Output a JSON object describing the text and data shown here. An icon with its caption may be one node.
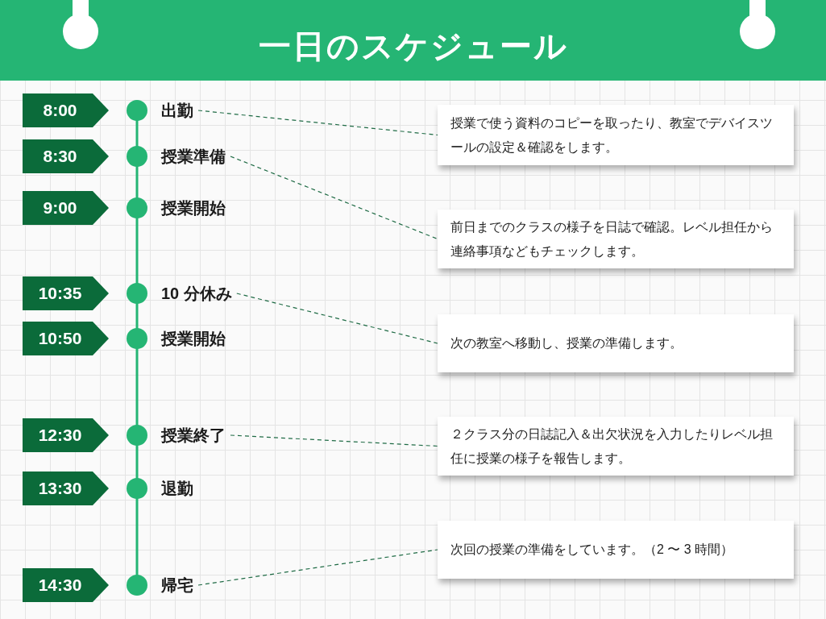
{
  "diagram": {
    "title": "一日のスケジュール",
    "nodes": [
      {
        "text": [
          "8:00"
        ]
      },
      {
        "text": [
          "出勤"
        ]
      },
      {
        "text": [
          "授業で使う資料のコピーを取ったり、教室でデバイスツールの設定＆確認をします。"
        ]
      },
      {
        "text": [
          "8:30"
        ]
      },
      {
        "text": [
          "授業準備"
        ]
      },
      {
        "text": [
          "9:00"
        ]
      },
      {
        "text": [
          "授業開始"
        ]
      },
      {
        "text": [
          "前日までのクラスの様子を日誌で確認。レベル担任から連絡事項などもチェックします。"
        ]
      },
      {
        "text": [
          "10:35"
        ]
      },
      {
        "text": [
          "10 分休み"
        ]
      },
      {
        "text": [
          "次の教室へ移動し、授業の準備します。"
        ]
      },
      {
        "text": [
          "10:50"
        ]
      },
      {
        "text": [
          "授業開始"
        ]
      },
      {
        "text": [
          "12:30"
        ]
      },
      {
        "text": [
          "授業終了"
        ]
      },
      {
        "text": [
          "２クラス分の日誌記入＆出欠状況を入力したりレベル担任に授業の様子を報告します。"
        ]
      },
      {
        "text": [
          "13:30"
        ]
      },
      {
        "text": [
          "退勤"
        ]
      },
      {
        "text": [
          "次回の授業の準備をしています。（2 〜 3 時間）"
        ]
      },
      {
        "text": [
          "14:30"
        ]
      },
      {
        "text": [
          "帰宅"
        ]
      }
    ],
    "edges": [
      {
        "from": 1,
        "to": 2,
        "arrow": "none",
        "style": "dashed"
      },
      {
        "from": 4,
        "to": 7,
        "arrow": "none",
        "style": "dashed"
      },
      {
        "from": 9,
        "to": 10,
        "arrow": "none",
        "style": "dashed"
      },
      {
        "from": 14,
        "to": 15,
        "arrow": "none",
        "style": "dashed"
      },
      {
        "from": 20,
        "to": 18,
        "arrow": "none",
        "style": "dashed"
      }
    ]
  }
}
